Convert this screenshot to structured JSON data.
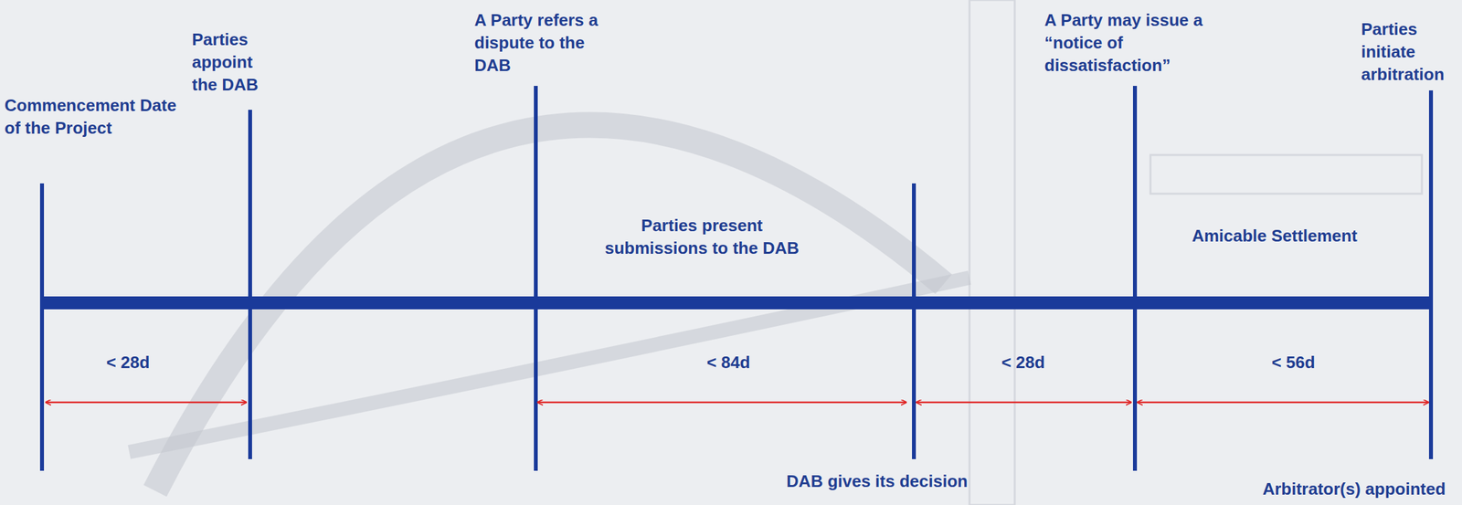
{
  "diagram": {
    "labels": [
      "Commencement Date of the Project",
      "Parties appoint the DAB",
      "A Party refers a dispute to the DAB",
      "Parties present submissions to the DAB",
      "A Party may issue a “notice of dissatisfaction”",
      "Parties initiate arbitration",
      "Amicable Settlement",
      "< 28d",
      "< 84d",
      "< 28d",
      "< 56d",
      "DAB gives its decision",
      "Arbitrator(s) appointed"
    ]
  }
}
